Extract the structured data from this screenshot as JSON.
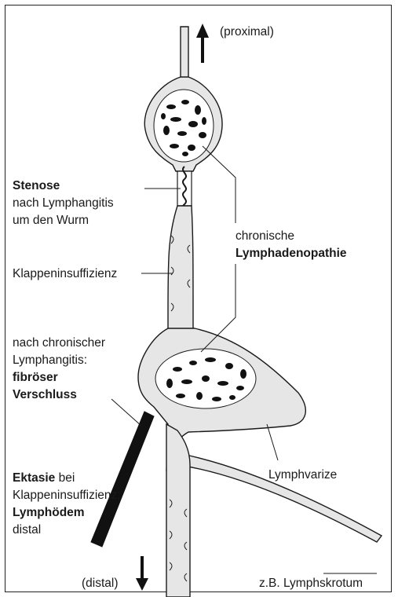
{
  "labels": {
    "proximal": "(proximal)",
    "distal": "(distal)",
    "stenose_title": "Stenose",
    "stenose_line2": "nach Lymphangitis",
    "stenose_line3": "um den Wurm",
    "chronische": "chronische",
    "lymphadenopathie": "Lymphadenopathie",
    "klappeninsuffizienz": "Klappeninsuffizienz",
    "nach_chronischer": "nach chronischer",
    "lymphangitis": "Lymphangitis:",
    "fibroeser": "fibröser",
    "verschluss": "Verschluss",
    "ektasie": "Ektasie",
    "bei": " bei",
    "klappeninsuffizienz2": "Klappeninsuffizienz;",
    "lymphoedem": "Lymphödem",
    "distal_word": "distal",
    "lymphvarize": "Lymphvarize",
    "lymphskrotum": "z.B. Lymphskrotum"
  },
  "colors": {
    "vessel_fill": "#e6e6e6",
    "stroke": "#1a1a1a",
    "node_fill": "#ffffff"
  }
}
